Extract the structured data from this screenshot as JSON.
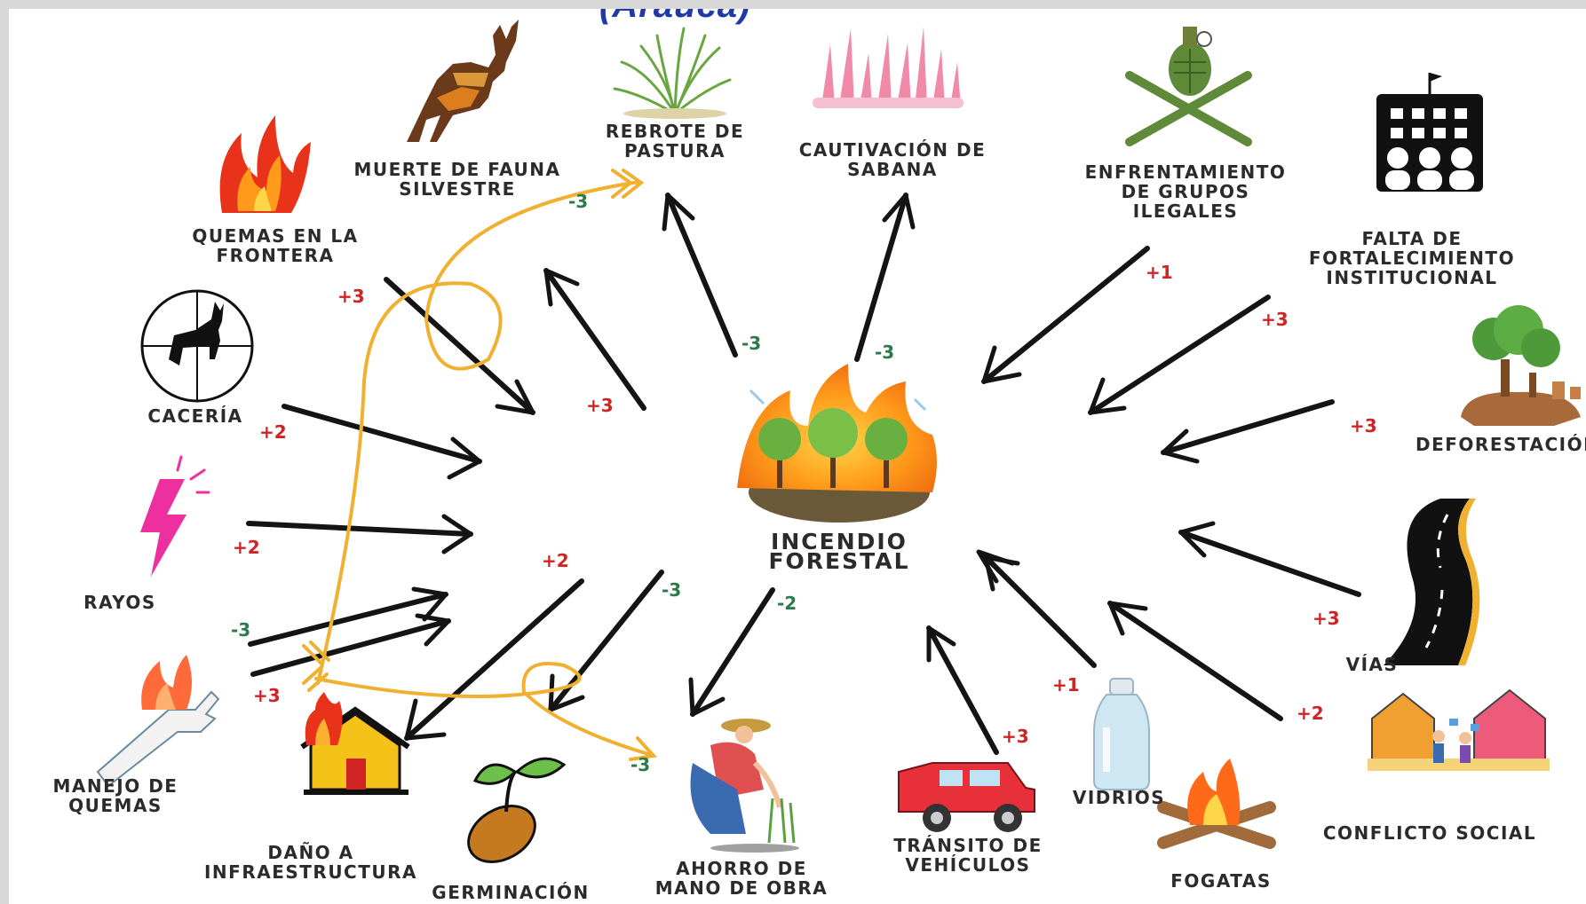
{
  "title_fragment": "(Arauca)",
  "center": {
    "label": "INCENDIO FORESTAL"
  },
  "nodes": {
    "muerte_fauna": "MUERTE DE FAUNA\nSILVESTRE",
    "rebrote": "REBROTE DE\nPASTURA",
    "cautivacion": "CAUTIVACIÓN DE\nSABANA",
    "enfrentamiento": "ENFRENTAMIENTO\nDE GRUPOS\nILEGALES",
    "falta": "FALTA DE\nFORTALECIMIENTO\nINSTITUCIONAL",
    "quemas_frontera": "QUEMAS EN LA\nFRONTERA",
    "caceria": "CACERÍA",
    "deforestacion": "DEFORESTACIÓN",
    "rayos": "RAYOS",
    "vias": "VÍAS",
    "manejo": "MANEJO DE\nQUEMAS",
    "dano": "DAÑO A\nINFRAESTRUCTURA",
    "germinacion": "GERMINACIÓN",
    "ahorro": "AHORRO DE\nMANO DE OBRA",
    "transito": "TRÁNSITO DE\nVEHÍCULOS",
    "vidrios": "VIDRIOS",
    "fogatas": "FOGATAS",
    "conflicto": "CONFLICTO SOCIAL"
  },
  "weights": {
    "rebrote": "-3",
    "cautivacion": "-3",
    "rebrote_loop": "-3",
    "muerte_fauna": "+3",
    "quemas_frontera": "+3",
    "enfrentamiento": "+1",
    "falta": "+3",
    "deforestacion": "+3",
    "caceria": "+2",
    "rayos": "+2",
    "manejo_a": "-3",
    "manejo_b": "+3",
    "dano": "+2",
    "germinacion": "-3",
    "ahorro": "-2",
    "ahorro_loop": "-3",
    "vias": "+3",
    "conflicto": "+2",
    "vidrios": "+1",
    "transito": "+3"
  },
  "colors": {
    "arrow": "#141414",
    "loop": "#f0b030",
    "positive": "#d02424",
    "negative": "#2a7a4a",
    "title": "#1f3aa8"
  },
  "icons": {
    "fauna": "deer-silhouette-icon",
    "pasture": "grass-icon",
    "savanna": "pink-grass-icon",
    "armed": "grenade-rifles-icon",
    "institution": "building-people-icon",
    "fire": "flames-icon",
    "hunting": "crosshair-deer-icon",
    "trees": "cut-trees-icon",
    "lightning": "lightning-icon",
    "road": "road-icon",
    "hand": "burning-hand-icon",
    "house": "burning-house-icon",
    "seed": "sprout-icon",
    "farmer": "farmer-icon",
    "car": "jeep-icon",
    "bottle": "bottle-icon",
    "campfire": "campfire-icon",
    "conflict": "houses-conflict-icon",
    "forestfire": "forest-fire-icon"
  }
}
